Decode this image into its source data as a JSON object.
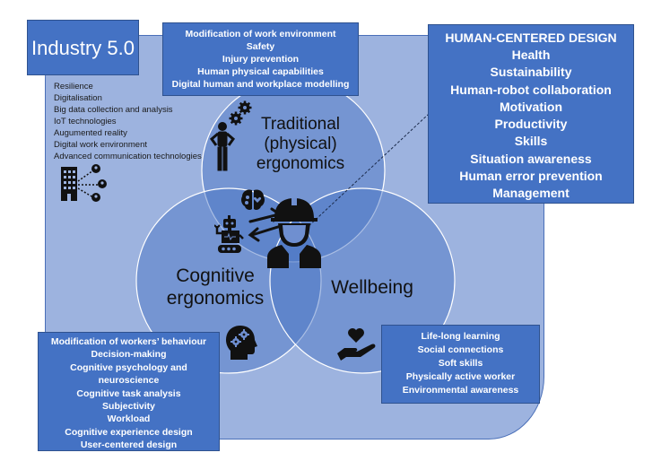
{
  "industry": {
    "title": "Industry 5.0",
    "items": [
      "Resilience",
      "Digitalisation",
      "Big data collection and analysis",
      "IoT technologies",
      "Augumented reality",
      "Digital work environment",
      "Advanced communication technologies"
    ]
  },
  "physical_box": {
    "items": [
      "Modification of work environment",
      "Safety",
      "Injury prevention",
      "Human physical capabilities",
      "Digital human and workplace modelling"
    ]
  },
  "human_centered": {
    "title": "HUMAN-CENTERED DESIGN",
    "items": [
      "Health",
      "Sustainability",
      "Human-robot collaboration",
      "Motivation",
      "Productivity",
      "Skills",
      "Situation awareness",
      "Human error prevention",
      "Management"
    ]
  },
  "circles": {
    "physical": [
      "Traditional",
      "(physical)",
      "ergonomics"
    ],
    "cognitive": [
      "Cognitive",
      "ergonomics"
    ],
    "wellbeing": "Wellbeing"
  },
  "cognitive_box": {
    "items": [
      "Modification of workers’ behaviour",
      "Decision-making",
      "Cognitive psychology and",
      "neuroscience",
      "Cognitive task analysis",
      "Subjectivity",
      "Workload",
      "Cognitive experience design",
      "User-centered design"
    ]
  },
  "wellbeing_box": {
    "items": [
      "Life-long learning",
      "Social connections",
      "Soft skills",
      "Physically active worker",
      "Environmental awareness"
    ]
  },
  "colors": {
    "panel": "#9db3df",
    "box": "#4472c4",
    "circle_fill": "#6f8fd0",
    "circle_stroke": "#ffffff"
  }
}
